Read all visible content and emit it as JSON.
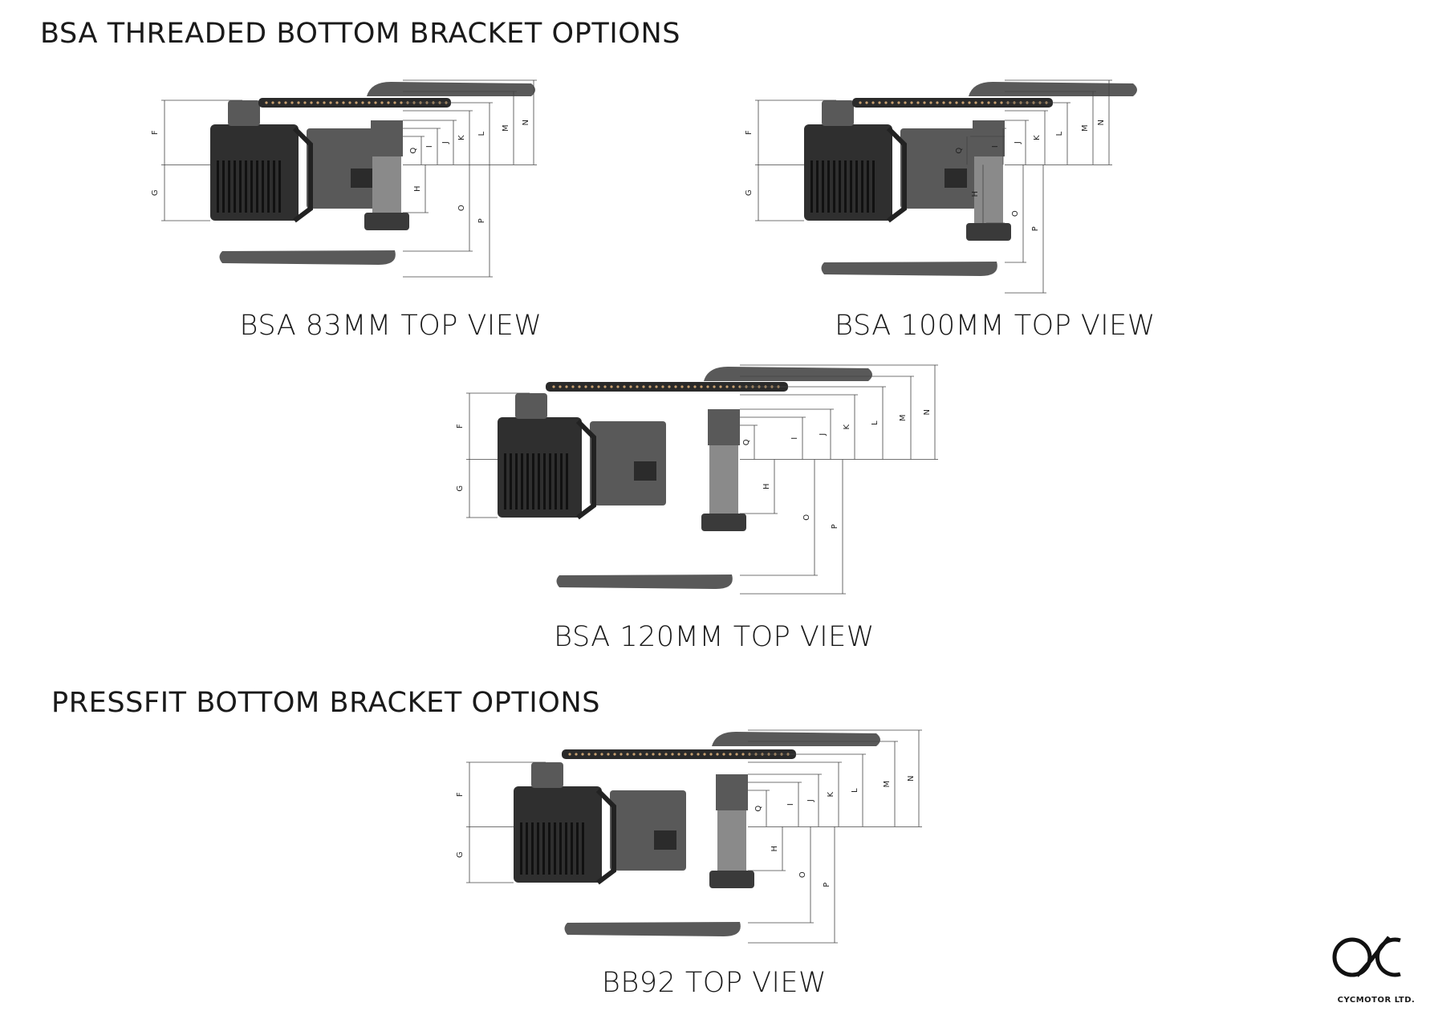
{
  "headings": {
    "threaded": "BSA THREADED BOTTOM BRACKET OPTIONS",
    "pressfit": "PRESSFIT BOTTOM BRACKET OPTIONS"
  },
  "views": [
    {
      "id": "bsa-83",
      "caption": "BSA 83MM TOP VIEW"
    },
    {
      "id": "bsa-100",
      "caption": "BSA 100MM TOP VIEW"
    },
    {
      "id": "bsa-120",
      "caption": "BSA 120MM TOP VIEW"
    },
    {
      "id": "bb92",
      "caption": "BB92 TOP VIEW"
    }
  ],
  "dimension_labels": {
    "left": [
      "F",
      "G"
    ],
    "right": [
      "Q",
      "H",
      "I",
      "J",
      "K",
      "L",
      "O",
      "P",
      "M",
      "N"
    ]
  },
  "logo": {
    "text": "CYCMOTOR LTD.",
    "icon": "cycmotor-logo-icon"
  },
  "colors": {
    "text": "#1a1a1a",
    "drawing_dark": "#2f2f2f",
    "drawing_mid": "#595959",
    "dim_line": "#444444"
  }
}
